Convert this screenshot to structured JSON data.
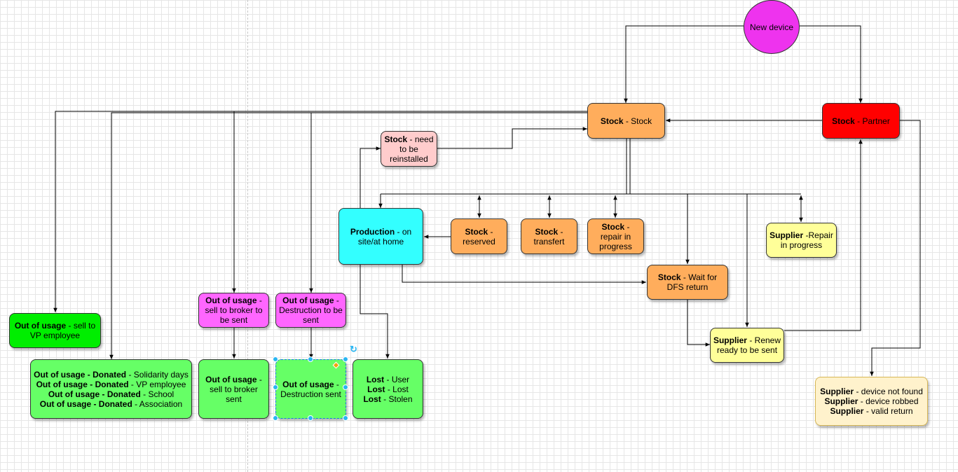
{
  "colors": {
    "orange": "#ffad5c",
    "red": "#ff0000",
    "pink_light": "#ffcccc",
    "cyan": "#33ffff",
    "yellow": "#ffff99",
    "cream": "#fff2cc",
    "green_bright": "#00ee00",
    "green": "#66ff66",
    "magenta": "#ff66ff",
    "circle_magenta": "#ee33ee"
  },
  "nodes": {
    "new_device": {
      "text": "New device"
    },
    "stock_stock": {
      "b1": "Stock",
      "t1": " - Stock"
    },
    "stock_partner": {
      "b1": "Stock",
      "t1": " - Partner"
    },
    "stock_reinstall": {
      "b1": "Stock",
      "t1": " - need to be reinstalled"
    },
    "production": {
      "b1": "Production",
      "t1": " - on site/at home"
    },
    "stock_reserved": {
      "b1": "Stock",
      "t1": " - reserved"
    },
    "stock_transfert": {
      "b1": "Stock",
      "t1": " - transfert"
    },
    "stock_repair": {
      "b1": "Stock",
      "t1": " - repair in progress"
    },
    "supplier_repair": {
      "b1": "Supplier",
      "t1": " -Repair in progress"
    },
    "stock_wait_dfs": {
      "b1": "Stock",
      "t1": " - Wait for DFS return"
    },
    "supplier_renew": {
      "b1": "Supplier",
      "t1": " - Renew ready to be sent"
    },
    "supplier_final": {
      "l1b": "Supplier",
      "l1t": " - device not found",
      "l2b": "Supplier",
      "l2t": " - device robbed",
      "l3b": "Supplier",
      "l3t": " - valid return"
    },
    "out_sell_vp": {
      "b1": "Out of usage",
      "t1": " - sell to VP employee"
    },
    "out_donated": {
      "l1b": "Out of usage - Donated",
      "l1t": " - Solidarity days",
      "l2b": "Out of usage - Donated",
      "l2t": " - VP employee",
      "l3b": "Out of usage - Donated",
      "l3t": " - School",
      "l4b": "Out of usage - Donated",
      "l4t": " - Association"
    },
    "out_broker_tobe": {
      "b1": "Out of usage",
      "t1": " - sell to broker to be sent"
    },
    "out_destruction_tobe": {
      "b1": "Out of usage",
      "t1": " - Destruction to be sent"
    },
    "out_broker_sent": {
      "b1": "Out of usage",
      "t1": " - sell to broker sent"
    },
    "out_destruction_sent": {
      "b1": "Out of usage",
      "t1": " - Destruction sent"
    },
    "lost": {
      "l1b": "Lost",
      "l1t": " - User",
      "l2b": "Lost",
      "l2t": " - Lost",
      "l3b": "Lost",
      "l3t": " - Stolen"
    }
  }
}
